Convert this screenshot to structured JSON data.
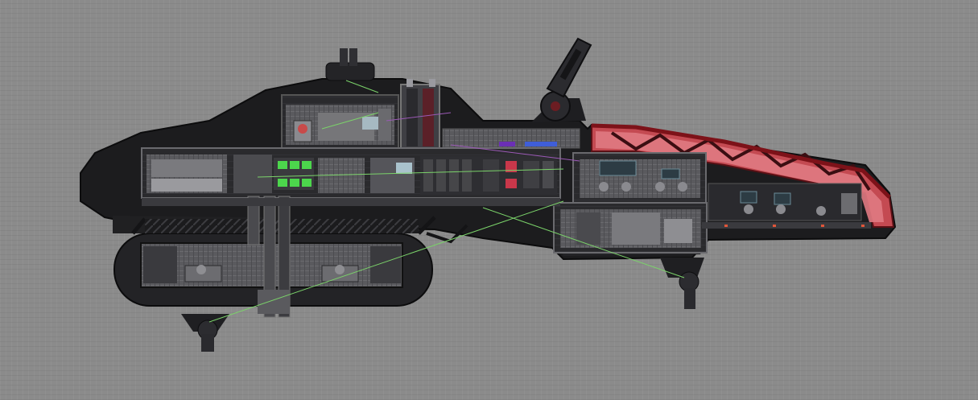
{
  "scene": {
    "view": "ship-editor-topdown",
    "background_color": "#8b8b8b",
    "hull_color": "#1e1e20",
    "trim_color": "#c0392b",
    "window_tint": "#e06a72",
    "wire_color_green": "#7bd36a",
    "wire_color_purple": "#9b59b6"
  },
  "ship": {
    "name": "",
    "modules": [
      {
        "id": "upper-deck",
        "icon": "machinery-icon"
      },
      {
        "id": "main-deck",
        "icon": "generator-icon"
      },
      {
        "id": "lower-tank",
        "icon": "engine-icon"
      },
      {
        "id": "bridge",
        "icon": "command-icon"
      },
      {
        "id": "aft-turret",
        "icon": "turret-icon"
      },
      {
        "id": "top-turret",
        "icon": "turret-icon"
      },
      {
        "id": "cockpit-canopy",
        "icon": "canopy-icon"
      }
    ]
  }
}
